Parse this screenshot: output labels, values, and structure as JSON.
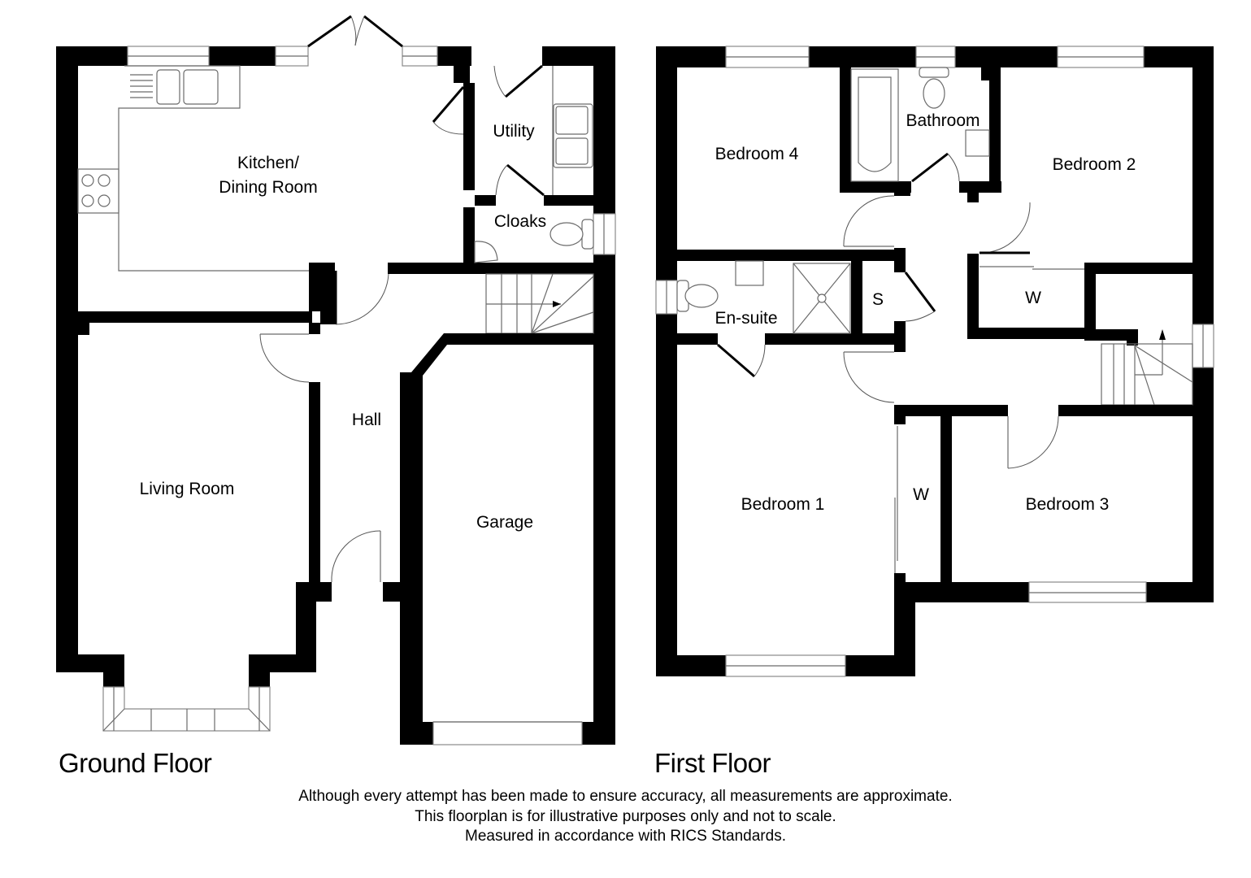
{
  "floors": {
    "ground": {
      "title": "Ground Floor",
      "rooms": {
        "kitchen_line1": "Kitchen/",
        "kitchen_line2": "Dining Room",
        "utility": "Utility",
        "cloaks": "Cloaks",
        "hall": "Hall",
        "living_room": "Living Room",
        "garage": "Garage"
      }
    },
    "first": {
      "title": "First Floor",
      "rooms": {
        "bedroom4": "Bedroom 4",
        "bathroom": "Bathroom",
        "bedroom2": "Bedroom 2",
        "ensuite": "En-suite",
        "store": "S",
        "wardrobe_bed2": "W",
        "bedroom1": "Bedroom 1",
        "wardrobe_bed1": "W",
        "bedroom3": "Bedroom 3"
      }
    }
  },
  "disclaimer": {
    "line1": "Although every attempt has been made to ensure accuracy, all measurements are approximate.",
    "line2": "This floorplan is for illustrative purposes only and not to scale.",
    "line3": "Measured in accordance with RICS Standards."
  },
  "colors": {
    "wall": "#000000",
    "fixture_line": "#6b6b6b",
    "background": "#ffffff"
  }
}
